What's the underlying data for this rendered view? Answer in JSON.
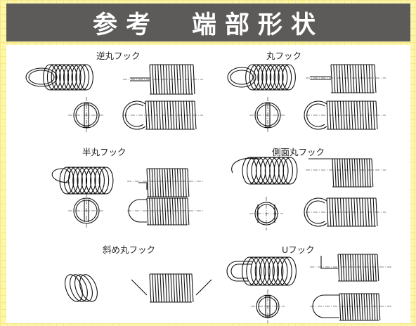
{
  "header": {
    "title": "参考　端部形状"
  },
  "hooks": [
    {
      "id": "reverse-round-hook",
      "label": "逆丸フック"
    },
    {
      "id": "round-hook",
      "label": "丸フック"
    },
    {
      "id": "half-round-hook",
      "label": "半丸フック"
    },
    {
      "id": "side-round-hook",
      "label": "側面丸フック"
    },
    {
      "id": "oblique-round-hook",
      "label": "斜め丸フック"
    },
    {
      "id": "u-hook",
      "label": "Uフック"
    }
  ]
}
